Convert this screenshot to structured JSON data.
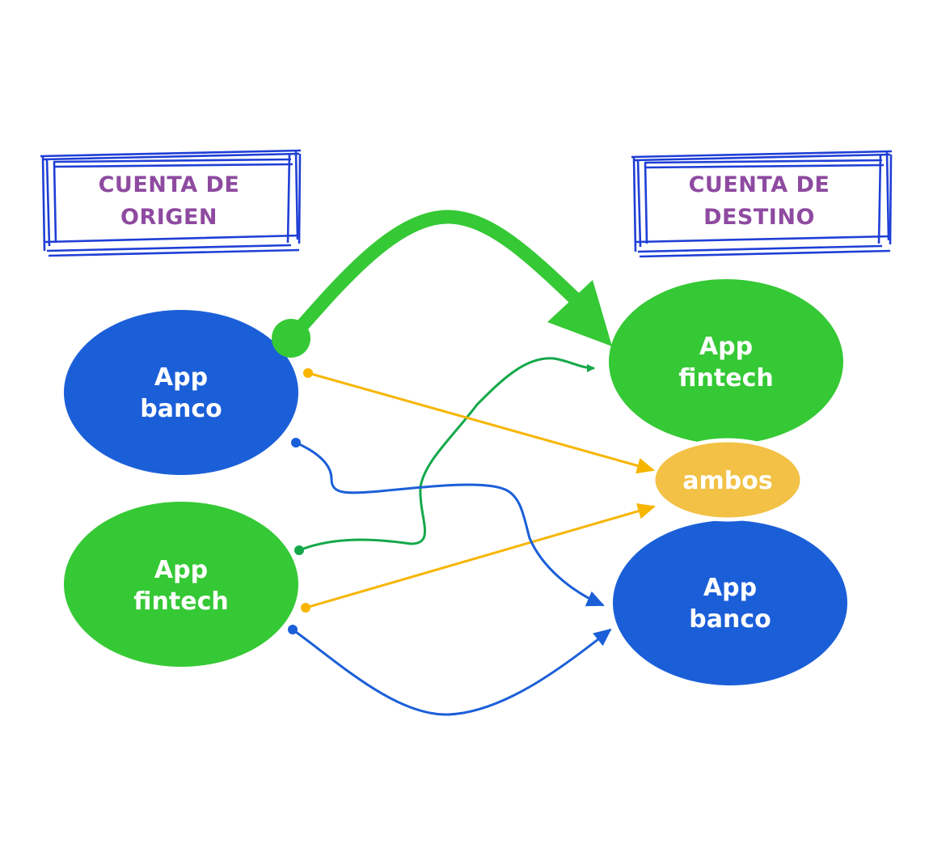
{
  "headers": {
    "origin": {
      "line1": "CUENTA DE",
      "line2": "ORIGEN"
    },
    "destination": {
      "line1": "CUENTA DE",
      "line2": "DESTINO"
    }
  },
  "nodes": {
    "origin_bank": {
      "line1": "App",
      "line2": "banco"
    },
    "origin_fintech": {
      "line1": "App",
      "line2": "fintech"
    },
    "dest_fintech": {
      "line1": "App",
      "line2": "fintech"
    },
    "dest_both": {
      "label": "ambos"
    },
    "dest_bank": {
      "line1": "App",
      "line2": "banco"
    }
  },
  "colors": {
    "bank": "#1b5fd8",
    "fintech": "#35c935",
    "both": "#f2c145",
    "header_text": "#8e4aa0",
    "header_frame": "#1f3fd6",
    "link_green": "#14a84a",
    "link_yellow": "#f7b500",
    "link_blue": "#1b5fd8"
  }
}
